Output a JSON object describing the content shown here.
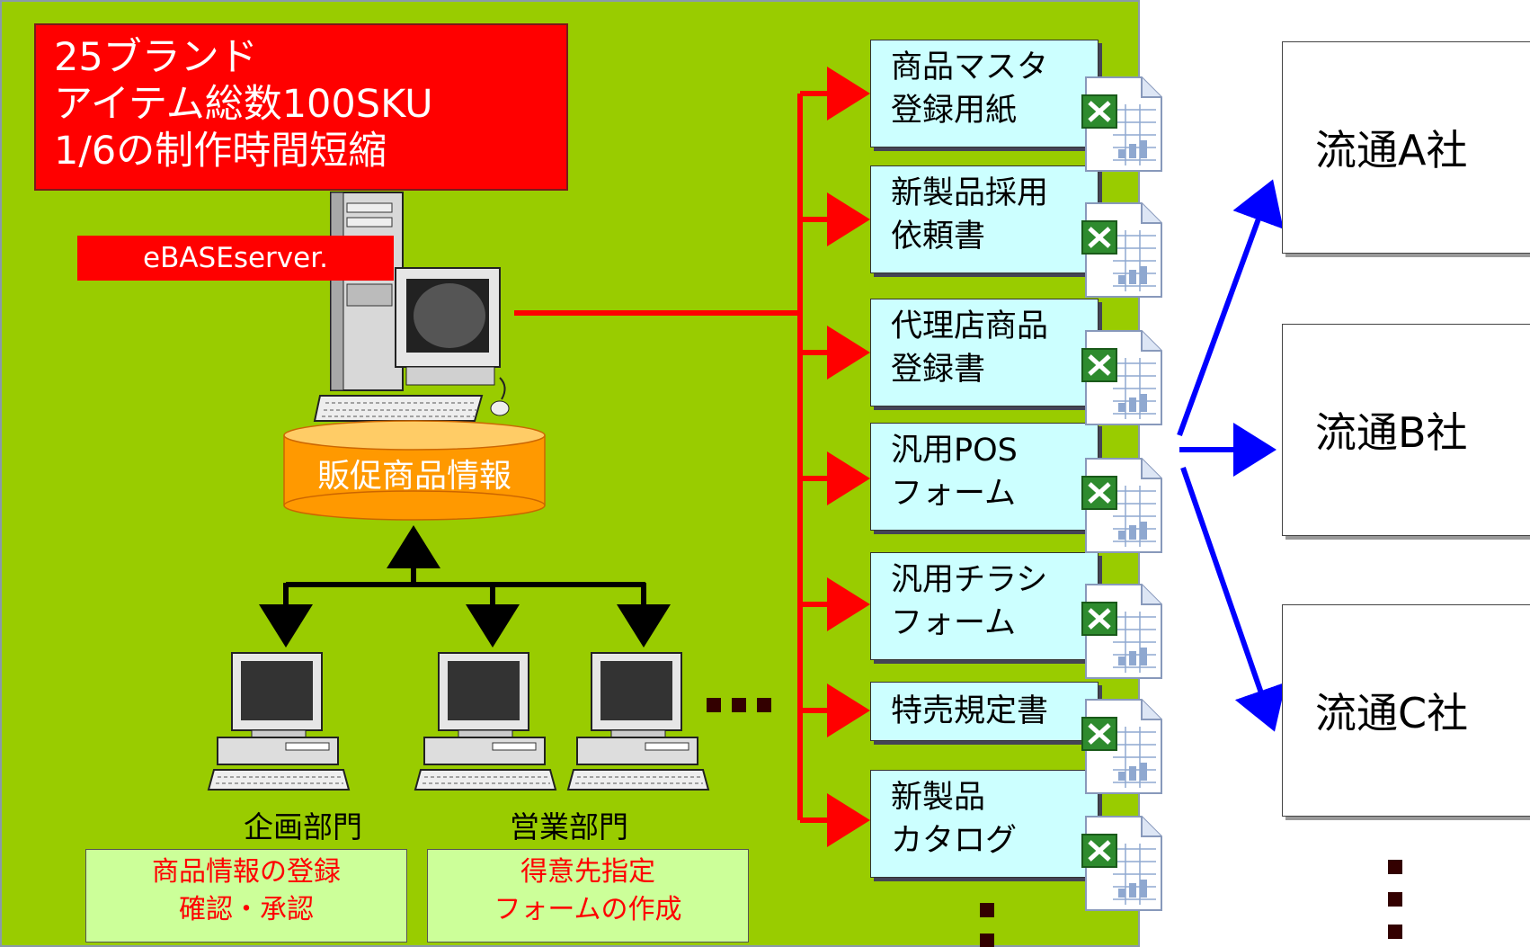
{
  "headline": {
    "lines": [
      "25ブランド",
      "アイテム総数100SKU",
      "1/6の制作時間短縮"
    ]
  },
  "server": {
    "label": "eBASEserver.",
    "database": "販促商品情報"
  },
  "departments": [
    {
      "name": "企画部門",
      "task_lines": [
        "商品情報の登録",
        "確認・承認"
      ]
    },
    {
      "name": "営業部門",
      "task_lines": [
        "得意先指定",
        "フォームの作成"
      ]
    }
  ],
  "forms": [
    {
      "lines": [
        "商品マスタ",
        "登録用紙"
      ],
      "icon": "excel-icon"
    },
    {
      "lines": [
        "新製品採用",
        "依頼書"
      ],
      "icon": "excel-icon"
    },
    {
      "lines": [
        "代理店商品",
        "登録書"
      ],
      "icon": "excel-icon"
    },
    {
      "lines": [
        "汎用POS",
        "フォーム"
      ],
      "icon": "excel-icon"
    },
    {
      "lines": [
        "汎用チラシ",
        "フォーム"
      ],
      "icon": "excel-icon"
    },
    {
      "lines": [
        "特売規定書"
      ],
      "icon": "excel-icon"
    },
    {
      "lines": [
        "新製品",
        "カタログ"
      ],
      "icon": "excel-icon"
    }
  ],
  "companies": [
    "流通A社",
    "流通B社",
    "流通C社"
  ],
  "colors": {
    "panel": "#99cc00",
    "headline": "#ff0000",
    "form_box": "#ccffff",
    "task_box": "#ccff99",
    "distribution_arrow": "#0000ff",
    "form_arrow": "#ff0000",
    "database": "#ff9900"
  }
}
